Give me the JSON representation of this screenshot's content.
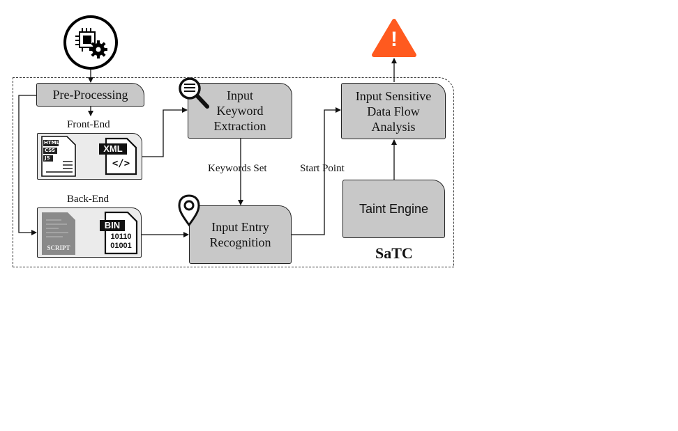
{
  "nodes": {
    "pre_processing": "Pre-Processing",
    "input_keyword_extraction": [
      "Input",
      "Keyword",
      "Extraction"
    ],
    "input_entry_recognition": [
      "Input Entry",
      "Recognition"
    ],
    "input_sensitive_data_flow": [
      "Input Sensitive",
      "Data Flow",
      "Analysis"
    ],
    "taint_engine": "Taint Engine"
  },
  "labels": {
    "front_end": "Front-End",
    "back_end": "Back-End",
    "keywords_set": "Keywords Set",
    "start_point": "Start Point",
    "system_name": "SaTC"
  },
  "icons": {
    "front_end_doc": [
      "HTML",
      "CSS",
      "JS"
    ],
    "xml_file": "XML",
    "xml_code": "</>",
    "script_file": "SCRIPT",
    "bin_file": "BIN",
    "bin_digits": [
      "10110",
      "01001"
    ],
    "warning_mark": "!"
  },
  "colors": {
    "box_fill": "#c8c8c8",
    "panel_fill": "#ebebeb",
    "warning": "#ff5a1f",
    "outline": "#222222"
  }
}
